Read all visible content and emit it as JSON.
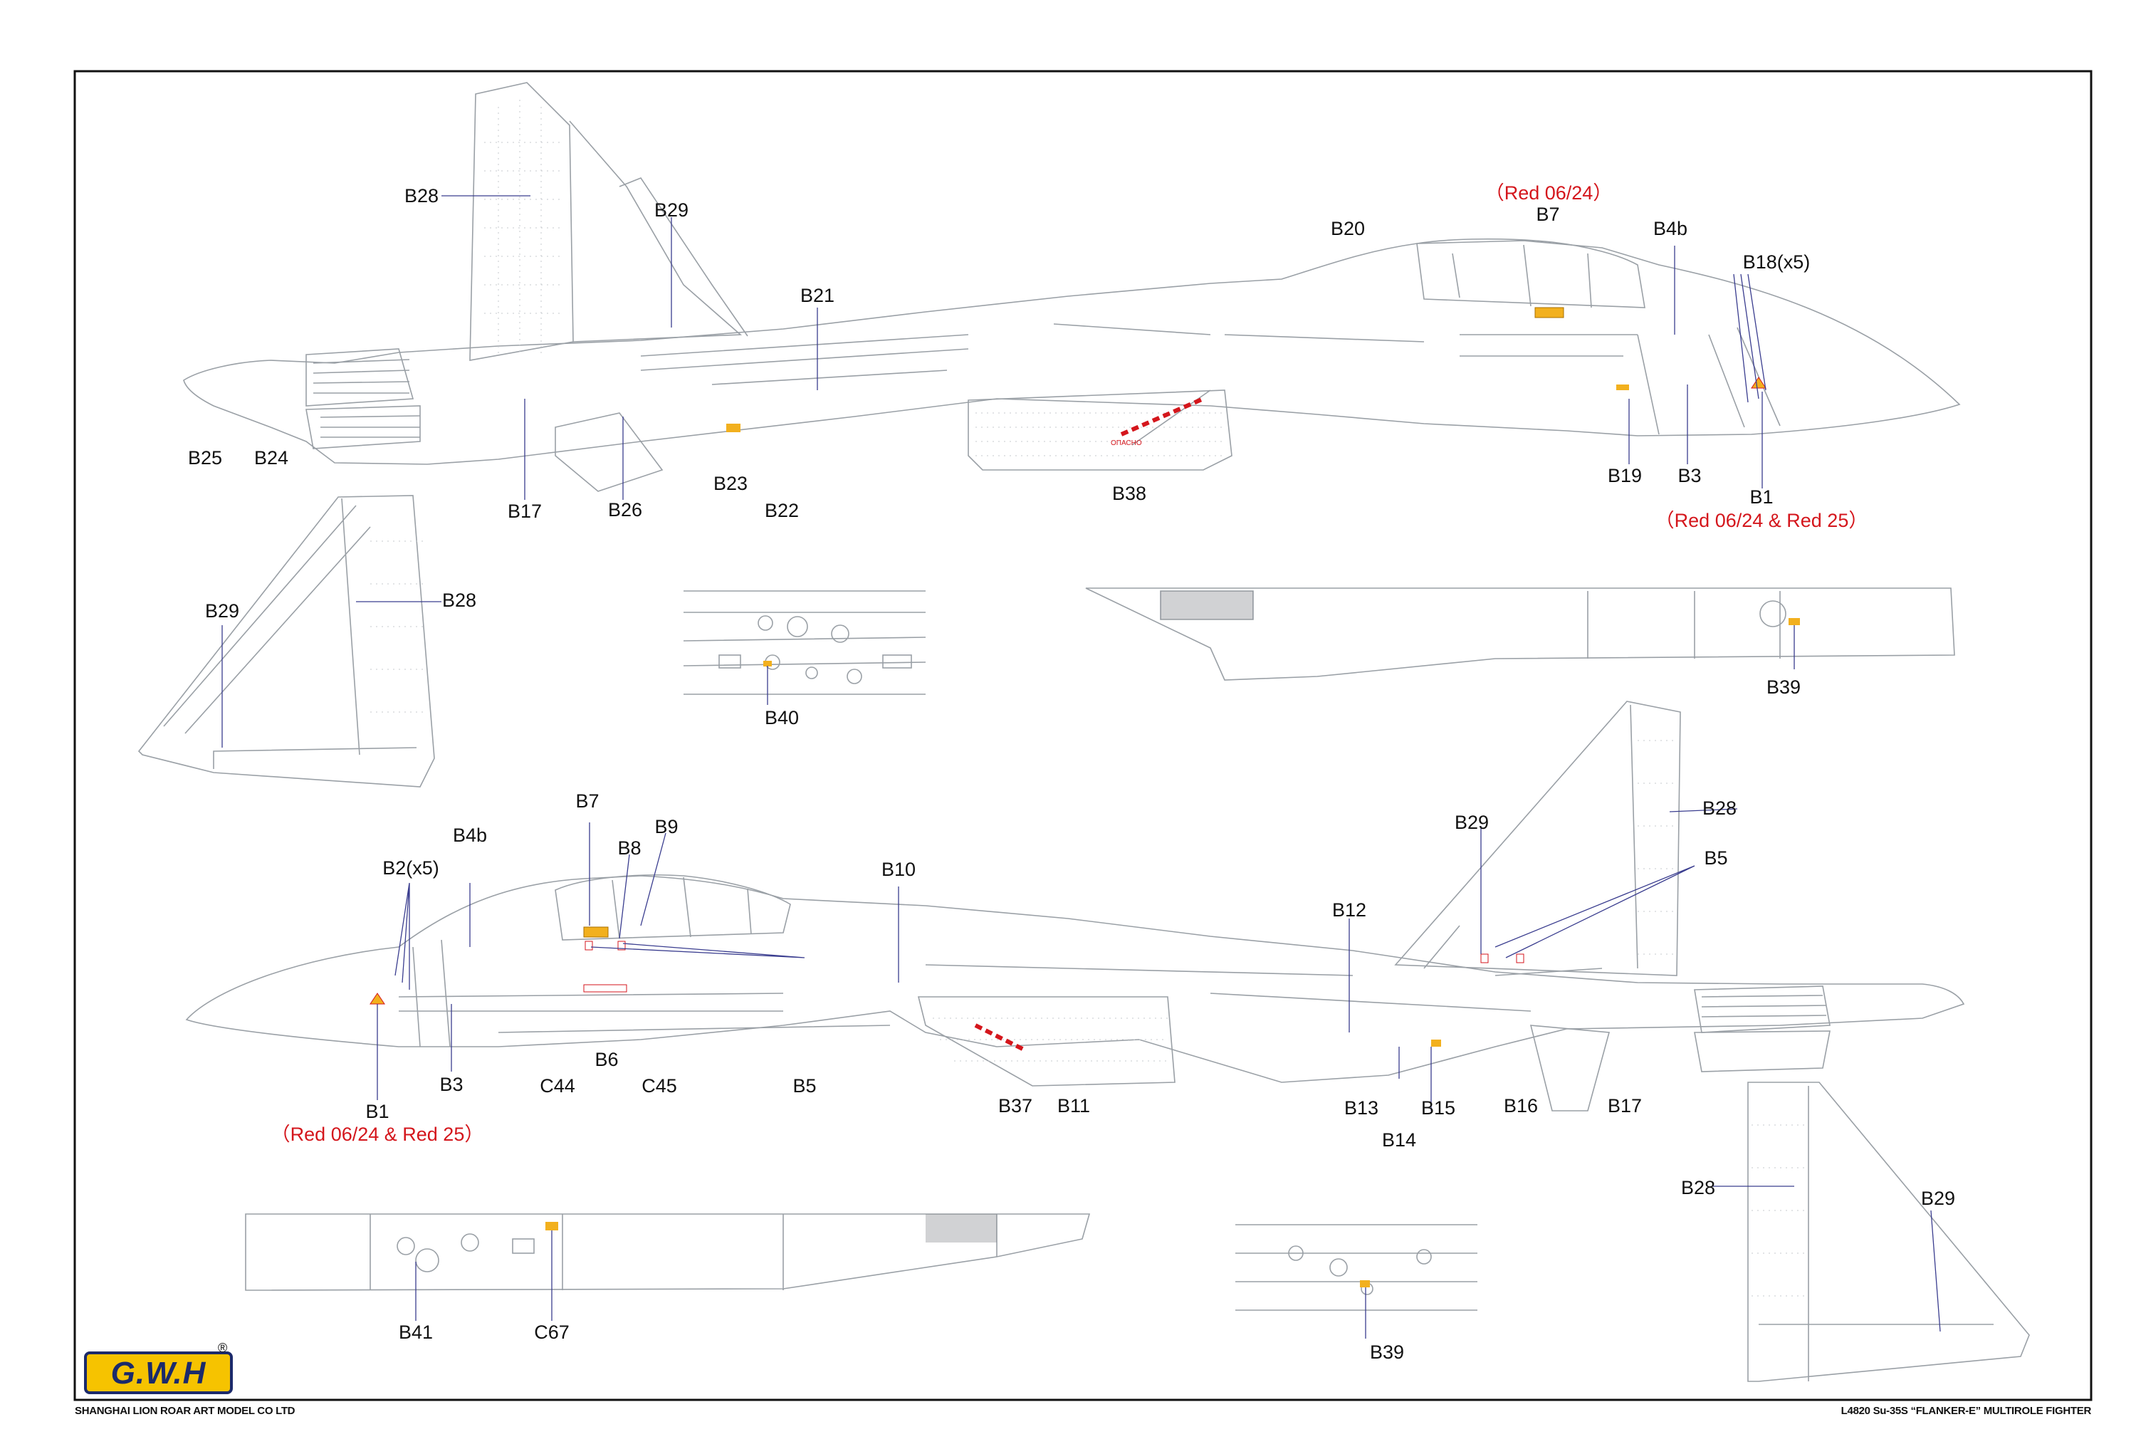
{
  "colors": {
    "line": "#9aa0a6",
    "frame": "#111111",
    "label": "#111111",
    "red": "#d4161c",
    "leader": "#3a3d8f",
    "decal_yellow": "#f2b01e",
    "decal_red": "#d4161c"
  },
  "brand": {
    "logo_text": "G.W.H",
    "registered": "®",
    "company": "SHANGHAI LION ROAR ART MODEL CO LTD"
  },
  "product": {
    "title": "L4820 Su-35S “FLANKER-E” MULTIROLE FIGHTER"
  },
  "views": {
    "top_profile": {
      "labels": [
        {
          "id": "b28",
          "text": "B28"
        },
        {
          "id": "b29",
          "text": "B29"
        },
        {
          "id": "b21",
          "text": "B21"
        },
        {
          "id": "b20",
          "text": "B20"
        },
        {
          "id": "b7_note",
          "text": "（Red 06/24）"
        },
        {
          "id": "b7",
          "text": "B7"
        },
        {
          "id": "b4b",
          "text": "B4b"
        },
        {
          "id": "b18",
          "text": "B18(x5)"
        },
        {
          "id": "b25",
          "text": "B25"
        },
        {
          "id": "b24",
          "text": "B24"
        },
        {
          "id": "b17",
          "text": "B17"
        },
        {
          "id": "b26",
          "text": "B26"
        },
        {
          "id": "b23",
          "text": "B23"
        },
        {
          "id": "b22",
          "text": "B22"
        },
        {
          "id": "b38",
          "text": "B38"
        },
        {
          "id": "b19",
          "text": "B19"
        },
        {
          "id": "b3",
          "text": "B3"
        },
        {
          "id": "b1",
          "text": "B1"
        },
        {
          "id": "b1_note",
          "text": "（Red 06/24 & Red 25）"
        }
      ]
    },
    "fin_left": {
      "labels": [
        {
          "id": "b29",
          "text": "B29"
        },
        {
          "id": "b28",
          "text": "B28"
        }
      ]
    },
    "underside_detail_a": {
      "labels": [
        {
          "id": "b40",
          "text": "B40"
        }
      ]
    },
    "underside_detail_b": {
      "labels": [
        {
          "id": "b39",
          "text": "B39"
        }
      ]
    },
    "bottom_profile": {
      "labels": [
        {
          "id": "b29",
          "text": "B29"
        },
        {
          "id": "b28",
          "text": "B28"
        },
        {
          "id": "b5a",
          "text": "B5"
        },
        {
          "id": "b7",
          "text": "B7"
        },
        {
          "id": "b9",
          "text": "B9"
        },
        {
          "id": "b8",
          "text": "B8"
        },
        {
          "id": "b4b",
          "text": "B4b"
        },
        {
          "id": "b2",
          "text": "B2(x5)"
        },
        {
          "id": "b10",
          "text": "B10"
        },
        {
          "id": "b12",
          "text": "B12"
        },
        {
          "id": "b1",
          "text": "B1"
        },
        {
          "id": "b1_note",
          "text": "（Red 06/24 & Red 25）"
        },
        {
          "id": "b3",
          "text": "B3"
        },
        {
          "id": "c44",
          "text": "C44"
        },
        {
          "id": "b6",
          "text": "B6"
        },
        {
          "id": "c45",
          "text": "C45"
        },
        {
          "id": "b5b",
          "text": "B5"
        },
        {
          "id": "b37",
          "text": "B37"
        },
        {
          "id": "b11",
          "text": "B11"
        },
        {
          "id": "b13",
          "text": "B13"
        },
        {
          "id": "b14",
          "text": "B14"
        },
        {
          "id": "b15",
          "text": "B15"
        },
        {
          "id": "b16",
          "text": "B16"
        },
        {
          "id": "b17",
          "text": "B17"
        }
      ]
    },
    "lower_detail_a": {
      "labels": [
        {
          "id": "b41",
          "text": "B41"
        },
        {
          "id": "c67",
          "text": "C67"
        }
      ]
    },
    "lower_detail_b": {
      "labels": [
        {
          "id": "b39",
          "text": "B39"
        }
      ]
    },
    "fin_right": {
      "labels": [
        {
          "id": "b28",
          "text": "B28"
        },
        {
          "id": "b29",
          "text": "B29"
        }
      ]
    }
  }
}
